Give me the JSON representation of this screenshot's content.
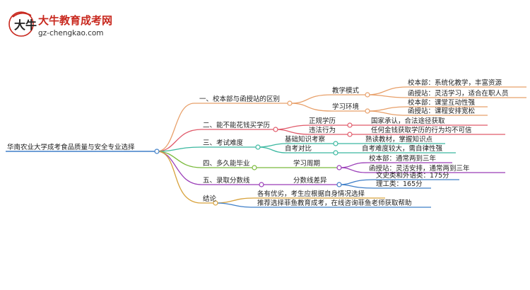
{
  "logo": {
    "title": "大牛教育成考网",
    "url": "gz-chengkao.com",
    "mark_chars": "大牛"
  },
  "root": "华南农业大学成考食品质量与安全专业选择",
  "branches": [
    {
      "label": "一、校本部与函授站的区别",
      "color": "#e8a06a",
      "children": [
        {
          "label": "教学模式",
          "leaves": [
            "校本部：系统化教学，丰富资源",
            "函授站：灵活学习，适合在职人员"
          ]
        },
        {
          "label": "学习环境",
          "leaves": [
            "校本部：课堂互动性强",
            "函授站：课程安排宽松"
          ]
        }
      ]
    },
    {
      "label": "二、能不能花钱买学历",
      "color": "#e05a6a",
      "children": [
        {
          "label": "正规学历",
          "leaves": [
            "国家承认，合法途径获取"
          ]
        },
        {
          "label": "违法行为",
          "leaves": [
            "任何金钱获取学历的行为均不可信"
          ]
        }
      ]
    },
    {
      "label": "三、考试难度",
      "color": "#3bb8a0",
      "children": [
        {
          "label": "基础知识考察",
          "leaves": [
            "熟读教材，掌握知识点"
          ]
        },
        {
          "label": "自考对比",
          "leaves": [
            "自考难度较大，需自律性强"
          ]
        }
      ]
    },
    {
      "label": "四、多久能毕业",
      "color": "#7aba3c",
      "children": [
        {
          "label": "学习周期",
          "leaves": [
            "校本部：通常两到三年",
            "函授站：灵活安排，通常两到三年"
          ]
        }
      ]
    },
    {
      "label": "五、录取分数线",
      "color": "#9a3cb8",
      "children": [
        {
          "label": "分数线差异",
          "leaves": [
            "文史类和外语类：175分",
            "理工类：165分"
          ]
        }
      ]
    },
    {
      "label": "结论",
      "color": "#d8a23c",
      "children": [],
      "leaves": [
        "各有优劣，考生应根据自身情况选择",
        "推荐选择菲鱼教育成考，在线咨询菲鱼老师获取帮助"
      ]
    }
  ]
}
